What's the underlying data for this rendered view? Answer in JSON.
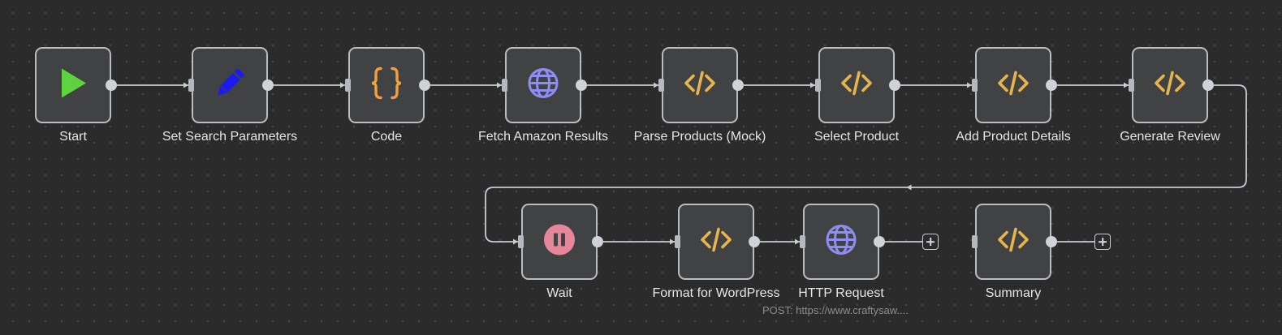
{
  "workflow": {
    "nodes": [
      {
        "id": "start",
        "label": "Start",
        "icon": "play-icon",
        "type": "trigger"
      },
      {
        "id": "set-search-parameters",
        "label": "Set Search Parameters",
        "icon": "pencil-icon",
        "type": "set"
      },
      {
        "id": "code",
        "label": "Code",
        "icon": "braces-icon",
        "type": "code"
      },
      {
        "id": "fetch-amazon-results",
        "label": "Fetch Amazon Results",
        "icon": "globe-icon",
        "type": "http"
      },
      {
        "id": "parse-products-mock",
        "label": "Parse Products (Mock)",
        "icon": "code-icon",
        "type": "function"
      },
      {
        "id": "select-product",
        "label": "Select Product",
        "icon": "code-icon",
        "type": "function"
      },
      {
        "id": "add-product-details",
        "label": "Add Product Details",
        "icon": "code-icon",
        "type": "function"
      },
      {
        "id": "generate-review",
        "label": "Generate Review",
        "icon": "code-icon",
        "type": "function"
      },
      {
        "id": "wait",
        "label": "Wait",
        "icon": "pause-icon",
        "type": "wait"
      },
      {
        "id": "format-for-wordpress",
        "label": "Format for WordPress",
        "icon": "code-icon",
        "type": "function"
      },
      {
        "id": "http-request",
        "label": "HTTP Request",
        "icon": "globe-icon",
        "type": "http",
        "subtitle": "POST: https://www.craftysaw...."
      },
      {
        "id": "summary",
        "label": "Summary",
        "icon": "code-icon",
        "type": "function"
      }
    ],
    "connections": [
      [
        "start",
        "set-search-parameters"
      ],
      [
        "set-search-parameters",
        "code"
      ],
      [
        "code",
        "fetch-amazon-results"
      ],
      [
        "fetch-amazon-results",
        "parse-products-mock"
      ],
      [
        "parse-products-mock",
        "select-product"
      ],
      [
        "select-product",
        "add-product-details"
      ],
      [
        "add-product-details",
        "generate-review"
      ],
      [
        "generate-review",
        "wait"
      ],
      [
        "wait",
        "format-for-wordpress"
      ],
      [
        "format-for-wordpress",
        "http-request"
      ]
    ],
    "open_outputs": [
      "http-request",
      "summary"
    ]
  },
  "colors": {
    "canvas_background": "#2b2b2b",
    "grid_dot": "#4a4a4a",
    "node_fill": "#414243",
    "node_border": "#b9bcc1",
    "edge": "#c9ccd0",
    "play": "#5dd43f",
    "pencil": "#1b1bf0",
    "braces": "#f0a03c",
    "globe": "#8f8cf2",
    "code": "#e8b54b",
    "pause": "#e7859a"
  }
}
